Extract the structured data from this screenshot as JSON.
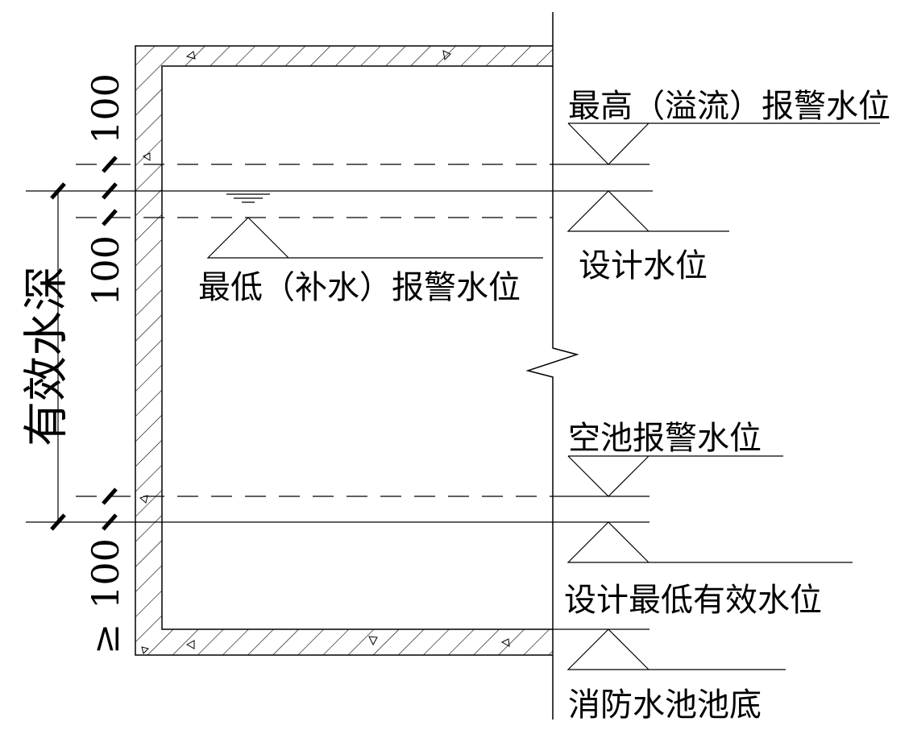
{
  "labels": {
    "overflow_alarm": "最高（溢流）报警水位",
    "design_level": "设计水位",
    "low_alarm": "最低（补水）报警水位",
    "empty_alarm": "空池报警水位",
    "design_min_level": "设计最低有效水位",
    "pool_bottom": "消防水池池底",
    "effective_depth": "有效水深"
  },
  "dimensions": {
    "top": "100",
    "middle": "100",
    "bottom": "100",
    "bottom_prefix": "≥"
  }
}
